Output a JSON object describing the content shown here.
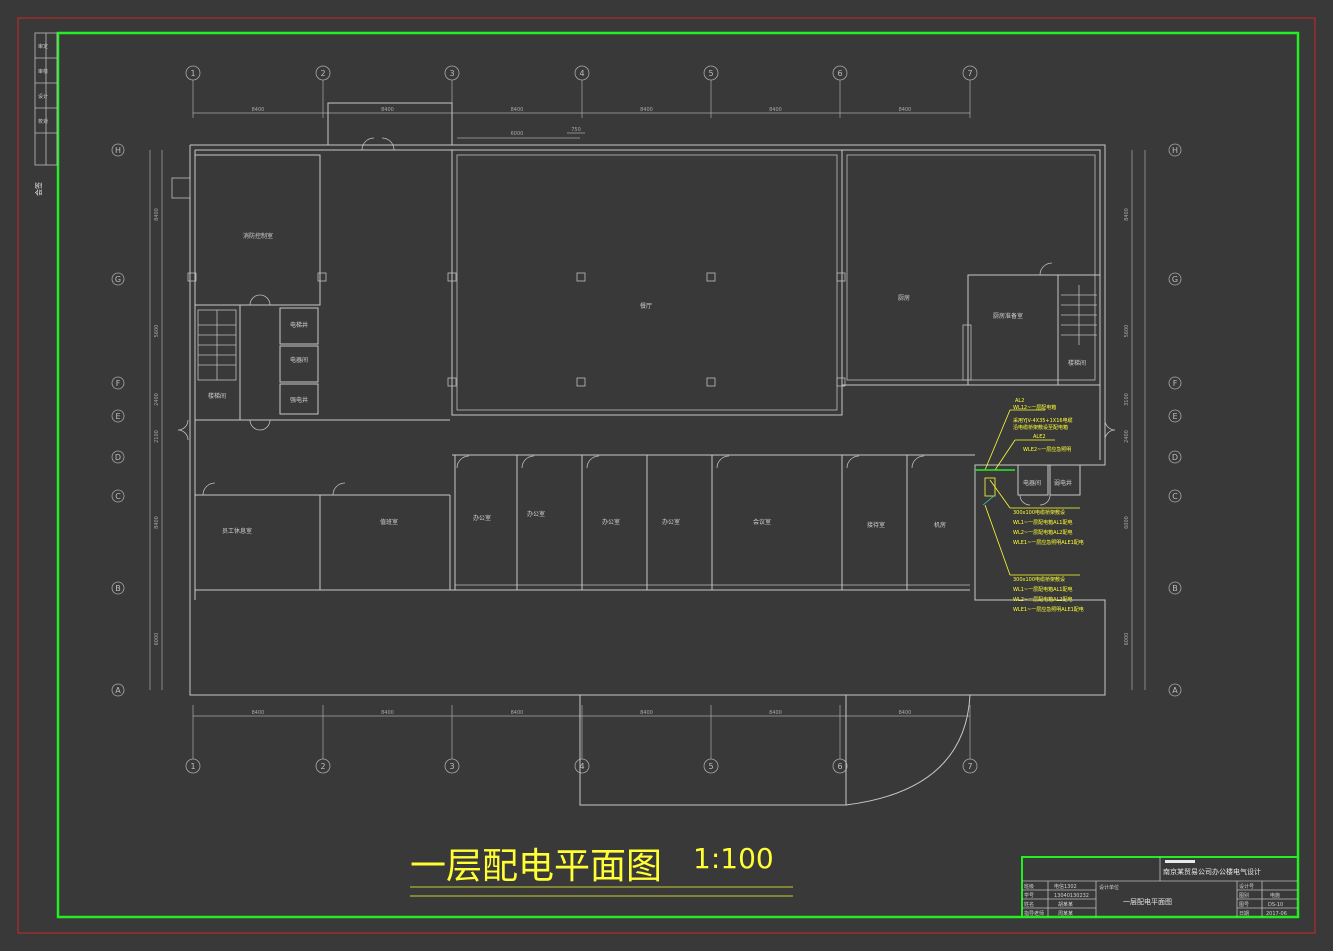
{
  "drawing": {
    "title": "一层配电平面图",
    "scale": "1:100"
  },
  "axes": {
    "columns": [
      "1",
      "2",
      "3",
      "4",
      "5",
      "6",
      "7"
    ],
    "rows": [
      "H",
      "G",
      "F",
      "E",
      "D",
      "C",
      "B",
      "A"
    ]
  },
  "dimensions": {
    "top": [
      "8400",
      "8400",
      "8400",
      "8400",
      "8400",
      "8400"
    ],
    "top_detail": [
      "6000",
      "750"
    ],
    "bottom": [
      "8400",
      "8400",
      "8400",
      "8400",
      "8400",
      "8400"
    ],
    "left": [
      "8400",
      "5600",
      "2400",
      "2100",
      "8400",
      "6000"
    ],
    "right": [
      "8400",
      "5600",
      "3100",
      "2400",
      "6000",
      "6000"
    ]
  },
  "rooms": {
    "fire_control": "消防控制室",
    "elevator_room_1": "电梯井",
    "electrical_room_left": "电器间",
    "closet": "强电井",
    "stair_left": "楼梯间",
    "hall": "餐厅",
    "kitchen": "厨房",
    "staff_lounge": "厨房准备室",
    "stair_right": "楼梯间",
    "staff_rest": "员工休息室",
    "lobby": "值班室",
    "office1": "办公室",
    "office2": "办公室",
    "office3": "办公室",
    "office4": "办公室",
    "meeting": "会议室",
    "reception": "接待室",
    "machine": "机房",
    "electrical_room_right": "电器间",
    "weak_room": "弱电井"
  },
  "wiring": {
    "AL2": "AL2",
    "WL12": "WL12~一层配电箱",
    "note1": "采用YJV-4X35+1X16电缆",
    "note2": "沿电缆桥架敷设至配电箱",
    "ALE2": "ALE2",
    "WLE2": "WLE2~一层应急照明",
    "group1": [
      "300x100电缆桥架敷设",
      "WL1~一层配电箱AL1配电",
      "WL2~一层配电箱AL2配电",
      "WLE1~一层应急照明ALE1配电"
    ],
    "group2": [
      "300x100电缆桥架敷设",
      "WL1~一层配电箱AL1配电",
      "WL2~一层配电箱AL2配电",
      "WLE1~一层应急照明ALE1配电"
    ]
  },
  "left_strip": {
    "cells": [
      "审定",
      "审核",
      "设计",
      "校对"
    ],
    "side_label": "会签"
  },
  "title_block": {
    "project": "南京某贸易公司办公楼电气设计",
    "drawing_name": "一层配电平面图",
    "labels": [
      "班级",
      "学号",
      "姓名",
      "指导老师"
    ],
    "values": [
      "电信1302",
      "13040130232",
      "胡某某",
      "周某某"
    ],
    "right_labels": [
      "设计号",
      "图别",
      "图号",
      "日期"
    ],
    "right_values": [
      "",
      "电施",
      "DS-10",
      "2017-06"
    ],
    "design_tag": "设计单位"
  },
  "colors": {
    "background": "#393939",
    "frame_red": "#b52a2a",
    "frame_green": "#22ee22",
    "walls": "#c8c8c8",
    "annotation": "#ffff33",
    "cyan": "#33cccc"
  }
}
